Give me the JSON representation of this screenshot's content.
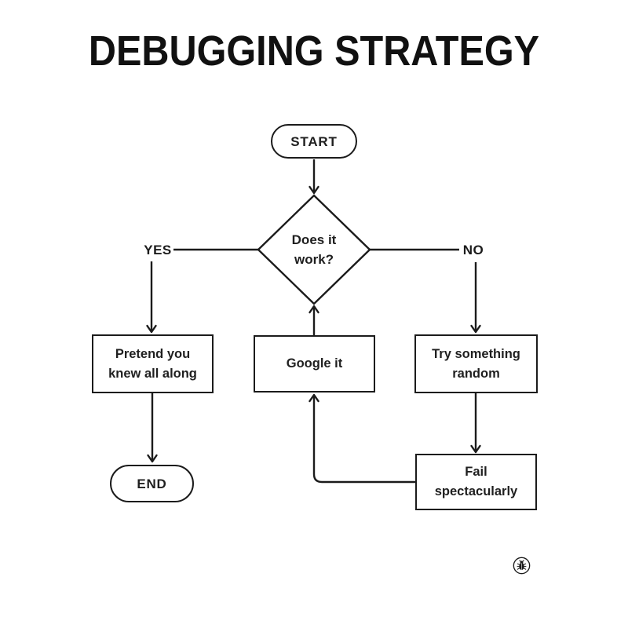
{
  "title": "DEBUGGING STRATEGY",
  "flowchart": {
    "nodes": {
      "start": {
        "label": "START",
        "shape": "terminator"
      },
      "decision": {
        "line1": "Does it",
        "line2": "work?",
        "shape": "diamond"
      },
      "pretend": {
        "line1": "Pretend you",
        "line2": "knew all along",
        "shape": "process"
      },
      "google": {
        "label": "Google it",
        "shape": "process"
      },
      "try_random": {
        "line1": "Try something",
        "line2": "random",
        "shape": "process"
      },
      "fail": {
        "line1": "Fail",
        "line2": "spectacularly",
        "shape": "process"
      },
      "end": {
        "label": "END",
        "shape": "terminator"
      }
    },
    "edge_labels": {
      "yes": "YES",
      "no": "NO"
    },
    "edges": [
      "start -> decision",
      "decision -> pretend (YES)",
      "pretend -> end",
      "decision -> try_random (NO)",
      "try_random -> fail",
      "fail -> google",
      "google -> decision"
    ]
  },
  "icons": {
    "bottom_right": "bug-icon"
  },
  "colors": {
    "ink": "#1b1b1b",
    "background": "#ffffff",
    "title": "#111111"
  }
}
